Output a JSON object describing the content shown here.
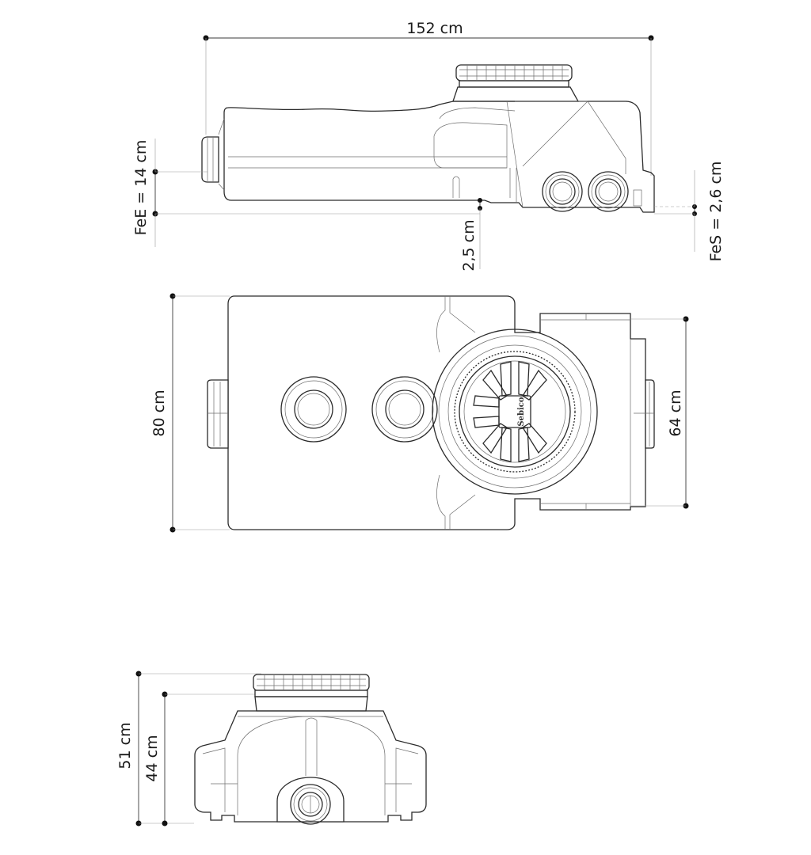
{
  "dimensions": {
    "length": "152 cm",
    "inlet_height": "FeE = 14 cm",
    "outlet_height": "FeS = 2,6 cm",
    "base_offset": "2,5 cm",
    "width": "80 cm",
    "body_width": "64 cm",
    "total_height": "51 cm",
    "body_height": "44 cm"
  },
  "brand": "Sebico",
  "colors": {
    "line": "#2b2b2b",
    "thin": "#6d6d6d",
    "dimension": "#3a3a3a",
    "background": "#ffffff"
  }
}
